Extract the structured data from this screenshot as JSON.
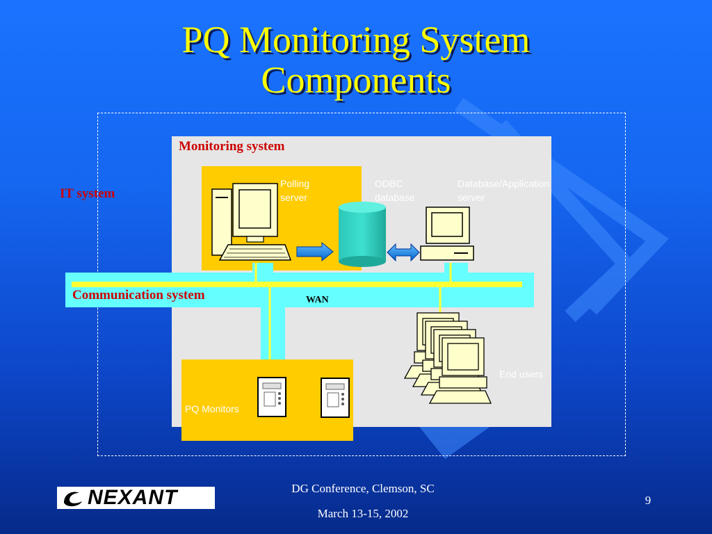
{
  "slide": {
    "title_line1": "PQ Monitoring System",
    "title_line2": "Components",
    "page_number": "9"
  },
  "diagram": {
    "monitoring_label": "Monitoring system",
    "it_label": "IT system",
    "comm_label": "Communication system",
    "wan_label": "WAN",
    "polling_line1": "Polling",
    "polling_line2": "server",
    "odbc_line1": "ODBC",
    "odbc_line2": "database",
    "dbapp_line1": "Database/Application",
    "dbapp_line2": "server",
    "end_users": "End users",
    "pq_monitors": "PQ Monitors"
  },
  "footer": {
    "line1": "DG Conference, Clemson, SC",
    "line2": "March 13-15, 2002",
    "logo_text": "NEXANT"
  },
  "colors": {
    "title": "#ffff00",
    "label_red": "#cc0000",
    "comm_band": "#66ffff",
    "box_yellow": "#ffcc00",
    "bus_yellow": "#ffff33"
  }
}
